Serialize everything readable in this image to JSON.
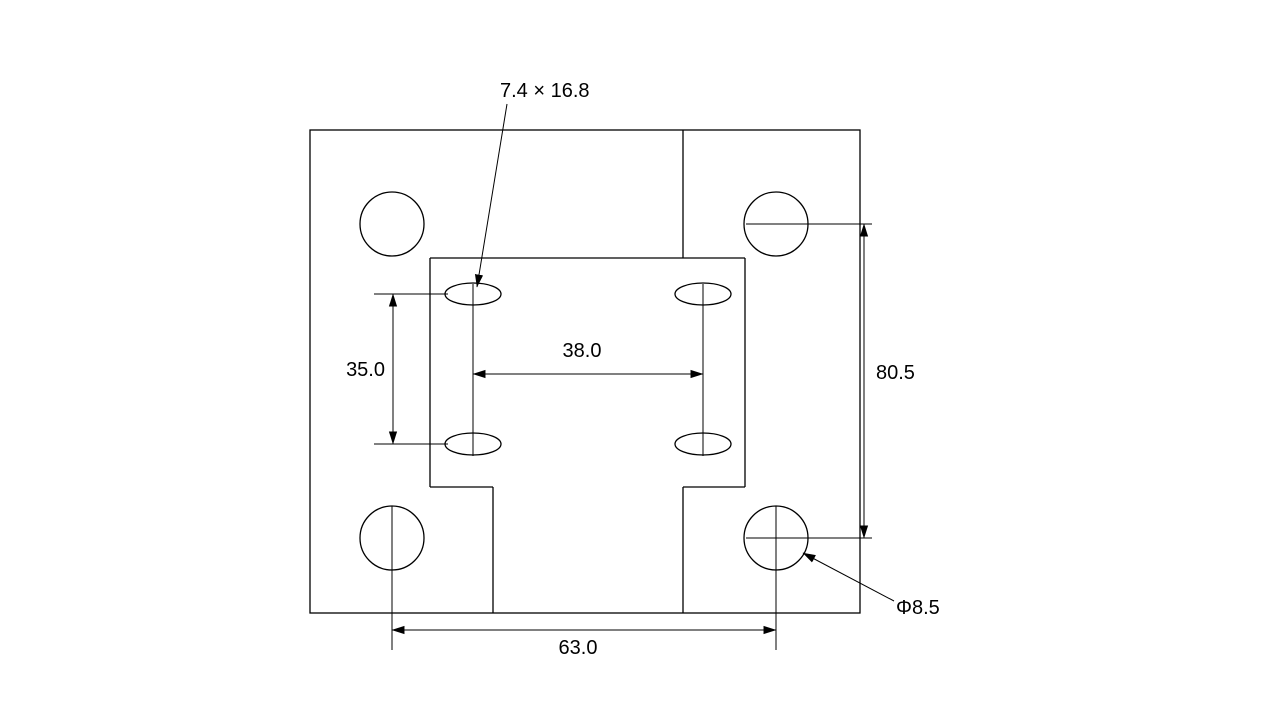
{
  "diagram": {
    "type": "dimensioned-part-drawing",
    "labels": {
      "slot_size": "7.4 × 16.8",
      "slot_span_horizontal": "38.0",
      "slot_span_vertical": "35.0",
      "hole_span_vertical": "80.5",
      "hole_span_horizontal": "63.0",
      "hole_diameter": "Φ8.5"
    },
    "features": {
      "corner_hole_count": 4,
      "slot_count": 4
    },
    "colors": {
      "line": "#000000",
      "background": "#ffffff"
    }
  }
}
